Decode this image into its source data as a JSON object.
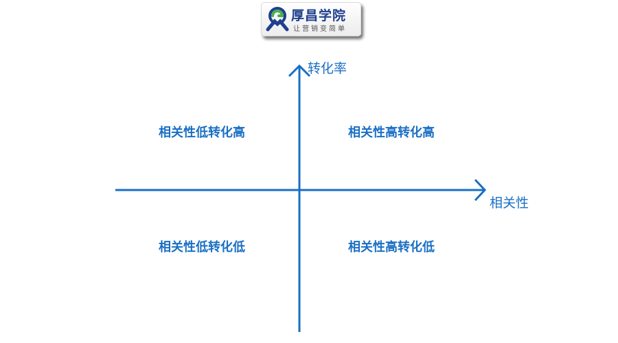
{
  "logo": {
    "name": "厚昌学院",
    "slogan": "让营销变简单",
    "icon": "logo-mark-icon"
  },
  "axes": {
    "y_label": "转化率",
    "x_label": "相关性"
  },
  "quadrants": {
    "top_left": "相关性低转化高",
    "top_right": "相关性高转化高",
    "bottom_left": "相关性低转化低",
    "bottom_right": "相关性高转化低"
  },
  "colors": {
    "axis": "#1a6fc4",
    "text": "#1a6fc4",
    "logo_brand": "#1f3f8f",
    "logo_accent": "#4caf50"
  }
}
